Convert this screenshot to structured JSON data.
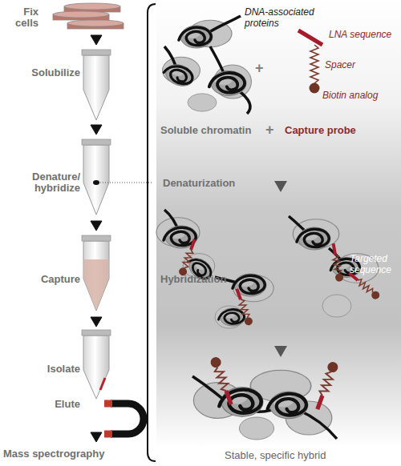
{
  "diagram": {
    "nodes": [
      {
        "text": [
          "Fix cells"
        ]
      },
      {
        "text": [
          "Solubilize"
        ]
      },
      {
        "text": [
          "Denature/ hybridize"
        ]
      },
      {
        "text": [
          "Capture"
        ]
      },
      {
        "text": [
          "Isolate"
        ]
      },
      {
        "text": [
          "Elute"
        ]
      },
      {
        "text": [
          "Mass spectrography"
        ]
      }
    ],
    "edges": [
      {
        "from": 0,
        "to": 1,
        "arrow": "to"
      },
      {
        "from": 1,
        "to": 2,
        "arrow": "to"
      },
      {
        "from": 2,
        "to": 3,
        "arrow": "to"
      },
      {
        "from": 3,
        "to": 4,
        "arrow": "to"
      },
      {
        "from": 5,
        "to": 6,
        "arrow": "to"
      }
    ],
    "labels": [
      "DNA-associated proteins",
      "LNA sequence",
      "Spacer",
      "Biotin analog",
      "Soluble chromatin",
      "+",
      "+",
      "Capture probe",
      "Denaturization",
      "Hybridization",
      "Targeted sequence",
      "Stable, specific hybrid"
    ]
  }
}
